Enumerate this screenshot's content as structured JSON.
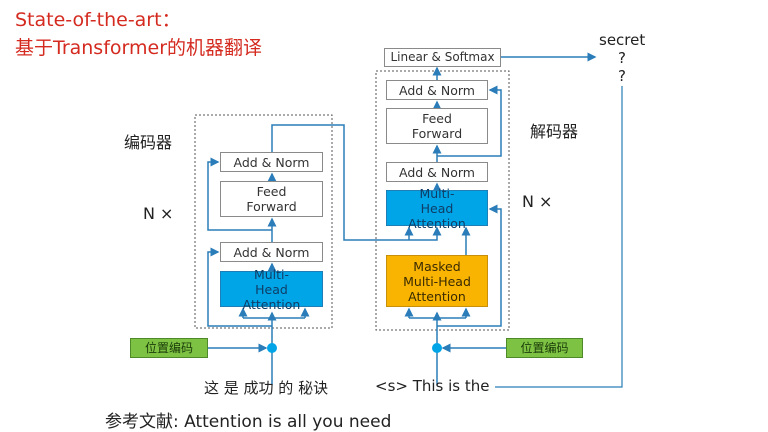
{
  "title": {
    "line1": "State-of-the-art：",
    "line2": "基于Transformer的机器翻译"
  },
  "encoder": {
    "label": "编码器",
    "repeat": "N ×",
    "add_norm_top": "Add & Norm",
    "feed_forward": "Feed Forward",
    "add_norm_bottom": "Add & Norm",
    "attention": "Multi-Head Attention",
    "positional_encoding": "位置编码",
    "input": "这 是 成功 的 秘诀"
  },
  "decoder": {
    "label": "解码器",
    "repeat": "N ×",
    "linear_softmax": "Linear & Softmax",
    "add_norm_top": "Add & Norm",
    "feed_forward": "Feed Forward",
    "add_norm_mid": "Add & Norm",
    "attention": "Multi-Head Attention",
    "masked_attention": "Masked Multi-Head Attention",
    "positional_encoding": "位置编码",
    "input": "<s> This is the"
  },
  "outputs": [
    "secret",
    "?",
    "?"
  ],
  "reference": "参考文献: Attention is all you need",
  "colors": {
    "title": "#d42a1f",
    "blue": "#00a5e8",
    "orange": "#f8b400",
    "green": "#7dc242",
    "line": "#2a7db8"
  }
}
